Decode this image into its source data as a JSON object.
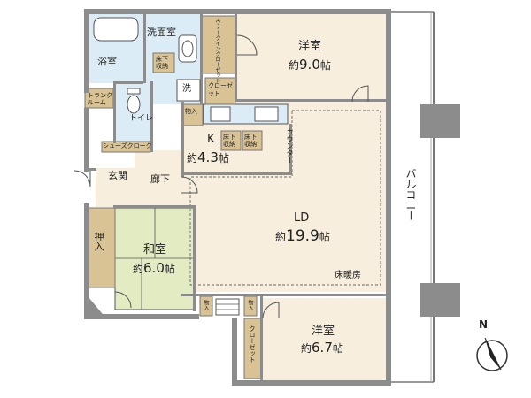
{
  "rooms": {
    "western_top": {
      "name": "洋室",
      "size_prefix": "約",
      "size_value": "9.0",
      "unit": "帖"
    },
    "western_bottom": {
      "name": "洋室",
      "size_prefix": "約",
      "size_value": "6.7",
      "unit": "帖"
    },
    "japanese": {
      "name": "和室",
      "size_prefix": "約",
      "size_value": "6.0",
      "unit": "帖"
    },
    "ld": {
      "name": "LD",
      "size_prefix": "約",
      "size_value": "19.9",
      "unit": "帖"
    },
    "kitchen": {
      "name": "K",
      "size_prefix": "約",
      "size_value": "4.3",
      "unit": "帖"
    }
  },
  "labels": {
    "bath": "浴室",
    "washroom": "洗面室",
    "toilet": "トイレ",
    "washer": "洗",
    "trunk_room": "トランクルーム",
    "shoes_cloak": "シューズクローク",
    "entrance": "玄関",
    "hallway": "廊下",
    "oshiire": "押入",
    "counter": "カウンター",
    "floor_heating": "床暖房",
    "balcony": "バルコニー",
    "walk_in_closet": "ウォークインクローゼット",
    "closet_small": "クローゼット",
    "closet_bottom": "クローゼット",
    "underfloor_storage_1": "床下収納",
    "underfloor_storage_2": "床下収納",
    "underfloor_storage_3": "床下収納",
    "storage_1": "物入",
    "storage_2": "物入",
    "storage_3": "物入",
    "north": "N"
  },
  "colors": {
    "wall": "#8c8c8c",
    "wood_floor": "#f8eedd",
    "wet_area": "#dcecf6",
    "tatami": "#e3ebc2",
    "storage": "#d9c293",
    "balcony_pillar": "#8c8c8c"
  }
}
